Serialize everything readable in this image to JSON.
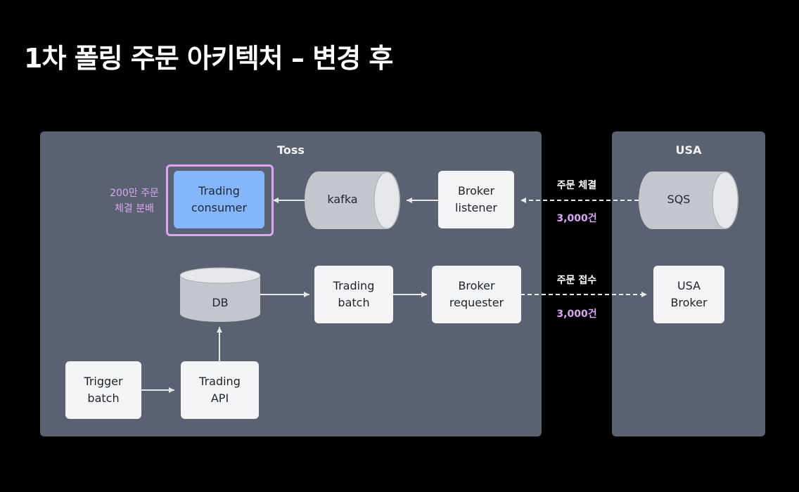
{
  "title": "1차 폴링 주문 아키텍처 – 변경 후",
  "panels": {
    "toss": "Toss",
    "usa": "USA"
  },
  "nodes": {
    "trading_consumer": [
      "Trading",
      "consumer"
    ],
    "kafka": "kafka",
    "broker_listener": [
      "Broker",
      "listener"
    ],
    "sqs": "SQS",
    "db": "DB",
    "trading_batch": [
      "Trading",
      "batch"
    ],
    "broker_requester": [
      "Broker",
      "requester"
    ],
    "usa_broker": [
      "USA",
      "Broker"
    ],
    "trigger_batch": [
      "Trigger",
      "batch"
    ],
    "trading_api": [
      "Trading",
      "API"
    ]
  },
  "annotations": {
    "consumer_note": [
      "200만 주문",
      "체결 분배"
    ],
    "fill_label": "주문 체결",
    "fill_count": "3,000건",
    "order_label": "주문 접수",
    "order_count": "3,000건"
  },
  "colors": {
    "background": "#000000",
    "panel": "#5a6170",
    "box": "#f3f4f6",
    "highlight_box": "#85b5fb",
    "accent": "#d9a6f2",
    "cylinder": "#c3c7cd"
  }
}
